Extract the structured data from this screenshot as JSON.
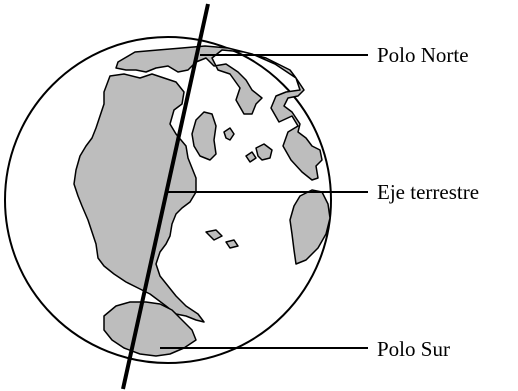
{
  "labels": {
    "north_pole": "Polo Norte",
    "earth_axis": "Eje terrestre",
    "south_pole": "Polo Sur"
  },
  "colors": {
    "land": "#bdbdbd",
    "outline": "#000000",
    "ocean": "#ffffff"
  }
}
